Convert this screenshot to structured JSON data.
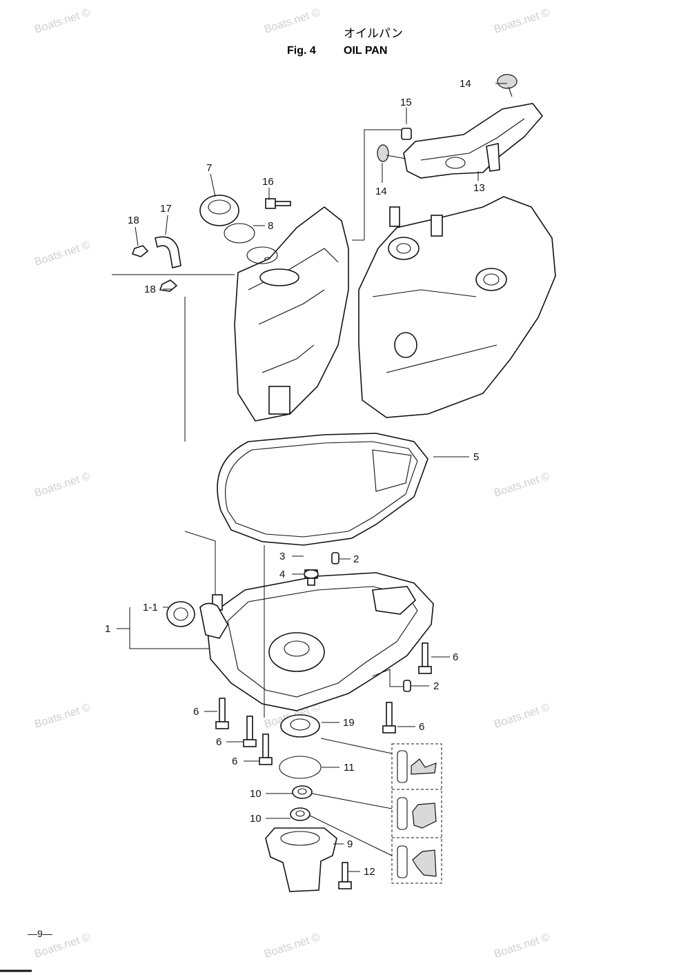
{
  "header": {
    "title_jp": "オイルパン",
    "fig_label": "Fig. 4",
    "title_en": "OIL PAN"
  },
  "watermark": "Boats.net ©",
  "callouts": [
    {
      "id": "14a",
      "label": "14"
    },
    {
      "id": "15",
      "label": "15"
    },
    {
      "id": "14b",
      "label": "14"
    },
    {
      "id": "13",
      "label": "13"
    },
    {
      "id": "7",
      "label": "7"
    },
    {
      "id": "16",
      "label": "16"
    },
    {
      "id": "17",
      "label": "17"
    },
    {
      "id": "8",
      "label": "8"
    },
    {
      "id": "18a",
      "label": "18"
    },
    {
      "id": "18b",
      "label": "18"
    },
    {
      "id": "5",
      "label": "5"
    },
    {
      "id": "3",
      "label": "3"
    },
    {
      "id": "2a",
      "label": "2"
    },
    {
      "id": "4",
      "label": "4"
    },
    {
      "id": "1-1",
      "label": "1-1"
    },
    {
      "id": "1",
      "label": "1"
    },
    {
      "id": "6a",
      "label": "6"
    },
    {
      "id": "2b",
      "label": "2"
    },
    {
      "id": "6b",
      "label": "6"
    },
    {
      "id": "19",
      "label": "19"
    },
    {
      "id": "6c",
      "label": "6"
    },
    {
      "id": "6d",
      "label": "6"
    },
    {
      "id": "6e",
      "label": "6"
    },
    {
      "id": "11",
      "label": "11"
    },
    {
      "id": "10a",
      "label": "10"
    },
    {
      "id": "10b",
      "label": "10"
    },
    {
      "id": "9",
      "label": "9"
    },
    {
      "id": "12",
      "label": "12"
    }
  ],
  "footer": {
    "page_number": "—9—"
  }
}
